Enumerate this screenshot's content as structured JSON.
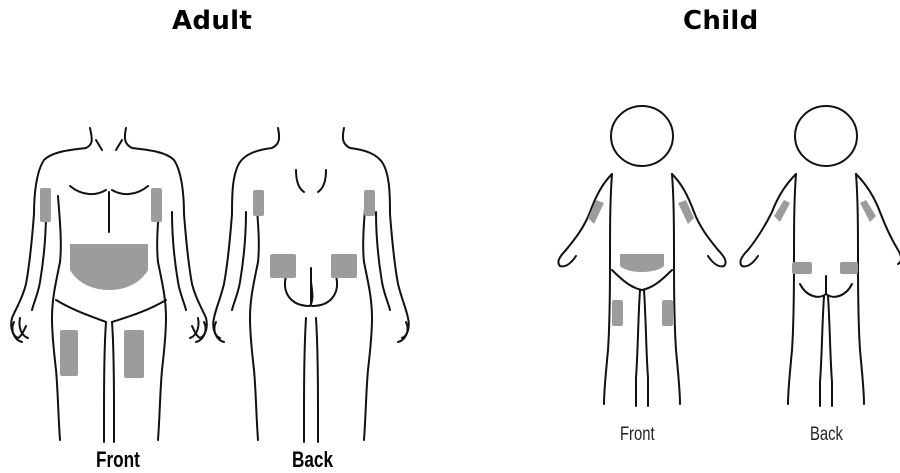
{
  "headings": {
    "adult": "Adult",
    "child": "Child"
  },
  "labels": {
    "adult_front": "Front",
    "adult_back": "Back",
    "child_front": "Front",
    "child_back": "Back"
  },
  "colors": {
    "injection_site": "#9c9c9c",
    "outline": "#111111"
  }
}
